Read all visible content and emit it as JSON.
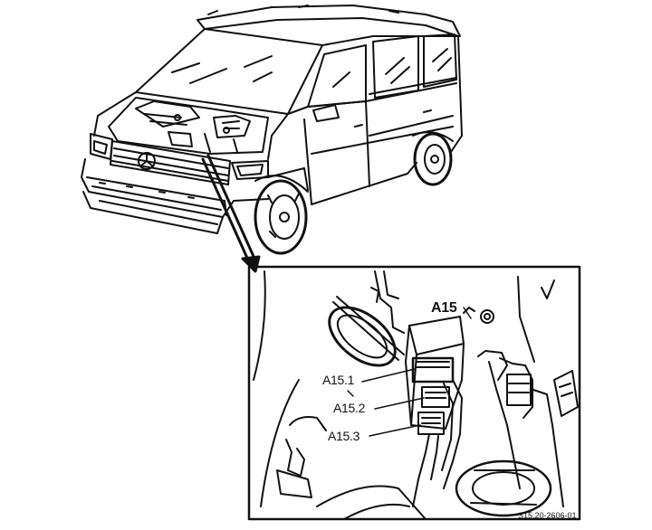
{
  "diagram": {
    "callouts": {
      "a15": "A15",
      "a15_1": "A15.1",
      "a15_2": "A15.2",
      "a15_3": "A15.3"
    },
    "figure_code": "S15.20-2606-01"
  }
}
